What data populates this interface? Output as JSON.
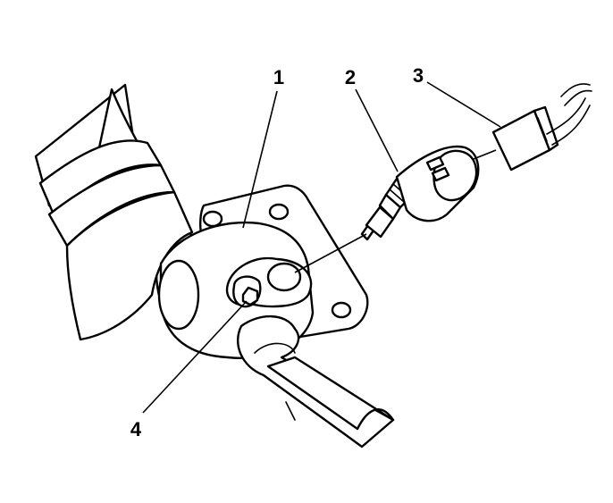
{
  "diagram": {
    "colors": {
      "ink": "#000000",
      "paper": "#ffffff"
    },
    "callouts": [
      {
        "id": "1",
        "label": "1"
      },
      {
        "id": "2",
        "label": "2"
      },
      {
        "id": "3",
        "label": "3"
      },
      {
        "id": "4",
        "label": "4"
      }
    ]
  }
}
